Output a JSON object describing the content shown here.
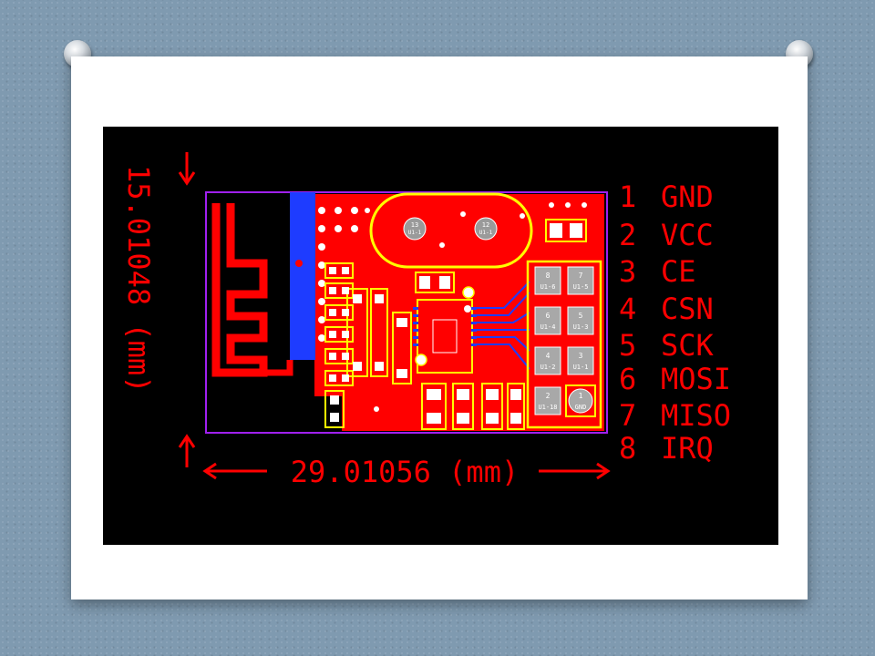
{
  "diagram": {
    "width_label": "29.01056 (mm)",
    "height_label": "15.01048 (mm)",
    "pins": [
      {
        "num": "1",
        "name": "GND"
      },
      {
        "num": "2",
        "name": "VCC"
      },
      {
        "num": "3",
        "name": "CE"
      },
      {
        "num": "4",
        "name": "CSN"
      },
      {
        "num": "5",
        "name": "SCK"
      },
      {
        "num": "6",
        "name": "MOSI"
      },
      {
        "num": "7",
        "name": "MISO"
      },
      {
        "num": "8",
        "name": "IRQ"
      }
    ],
    "pad_labels": [
      {
        "top": "8",
        "bottom": "U1-6"
      },
      {
        "top": "7",
        "bottom": "U1-5"
      },
      {
        "top": "6",
        "bottom": "U1-4"
      },
      {
        "top": "5",
        "bottom": "U1-3"
      },
      {
        "top": "4",
        "bottom": "U1-2"
      },
      {
        "top": "3",
        "bottom": "U1-1"
      },
      {
        "top": "2",
        "bottom": "U1-18"
      },
      {
        "top": "1",
        "bottom": "GND"
      }
    ],
    "crystal_pads": [
      {
        "top": "13",
        "bottom": "U1-1"
      },
      {
        "top": "12",
        "bottom": "U1-1"
      }
    ]
  },
  "colors": {
    "background": "#000000",
    "copper": "#ff0000",
    "silkscreen": "#ffff00",
    "outline": "#a020f0",
    "antenna_layer": "#1e3cff"
  }
}
